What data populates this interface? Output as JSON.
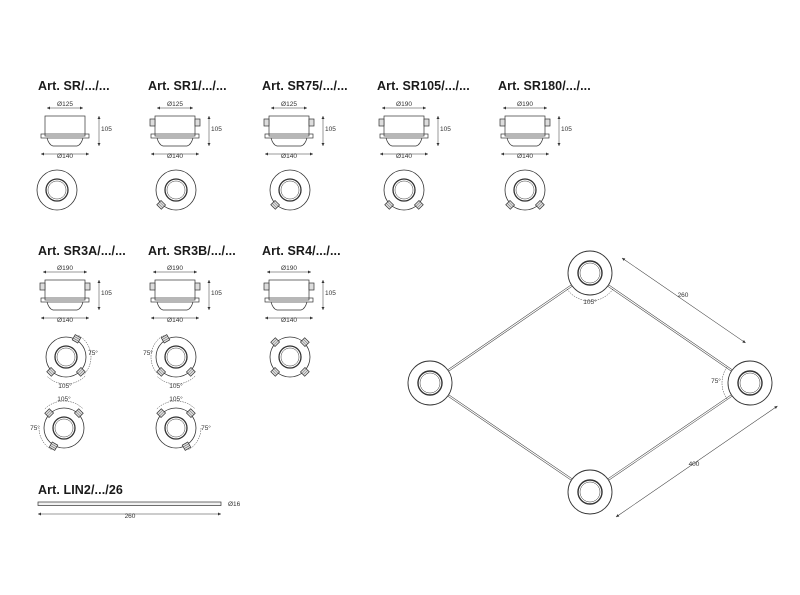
{
  "articles": {
    "sr": "Art. SR/.../...",
    "sr1": "Art. SR1/.../...",
    "sr75": "Art. SR75/.../...",
    "sr105": "Art. SR105/.../...",
    "sr180": "Art. SR180/.../...",
    "sr3a": "Art. SR3A/.../...",
    "sr3b": "Art. SR3B/.../...",
    "sr4": "Art. SR4/.../...",
    "lin2": "Art. LIN2/.../26"
  },
  "dims": {
    "d125": "Ø125",
    "d140": "Ø140",
    "d190": "Ø190",
    "d16": "Ø16",
    "h105": "105",
    "a105": "105°",
    "a75": "75°",
    "len260": "260",
    "len400": "400"
  }
}
